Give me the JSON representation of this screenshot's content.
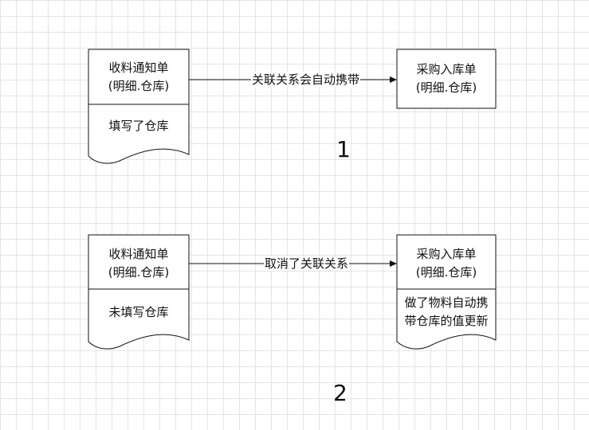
{
  "diagram": {
    "scenario1": {
      "source": {
        "header": [
          "收料通知单",
          "(明细.仓库)"
        ],
        "body": [
          "填写了仓库"
        ]
      },
      "edge_label": "关联关系会自动携带",
      "target": {
        "header": [
          "采购入库单",
          "(明细.仓库)"
        ]
      },
      "number": "1"
    },
    "scenario2": {
      "source": {
        "header": [
          "收料通知单",
          "(明细.仓库)"
        ],
        "body": [
          "未填写仓库"
        ]
      },
      "edge_label": "取消了关联关系",
      "target": {
        "header": [
          "采购入库单",
          "(明细.仓库)"
        ],
        "body": [
          "做了物料自动携",
          "带仓库的值更新"
        ]
      },
      "number": "2"
    }
  },
  "colors": {
    "stroke": "#111111",
    "fill": "#ffffff",
    "grid": "#e4e4e4"
  }
}
